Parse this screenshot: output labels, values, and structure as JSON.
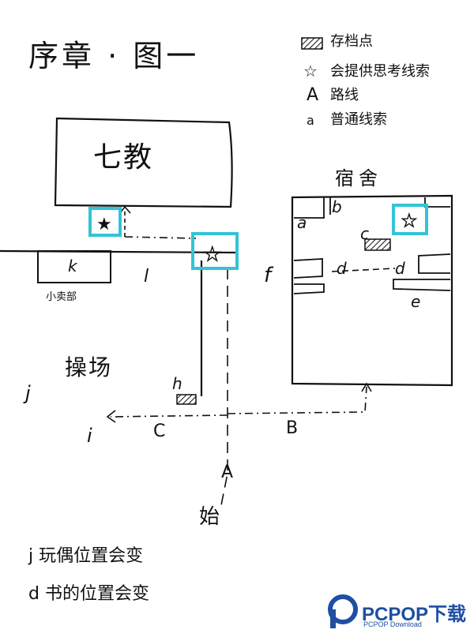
{
  "title": "序章 · 图一",
  "legend": {
    "save_point": "存档点",
    "star_clue": "会提供思考线索",
    "route_mark": "A",
    "route": "路线",
    "small_mark": "a",
    "normal_clue": "普通线索"
  },
  "buildings": {
    "teaching": "七教",
    "dorm": "宿舍",
    "canteen": "k",
    "canteen_sub": "小卖部",
    "field": "操场"
  },
  "points": {
    "a": "a",
    "b": "b",
    "c": "c",
    "d1": "d",
    "d2": "d",
    "e": "e",
    "f": "f",
    "h": "h",
    "i": "i",
    "j": "j",
    "l": "l",
    "A": "A",
    "B": "B",
    "C": "C"
  },
  "start": "始",
  "notes": [
    "j 玩偶位置会变",
    "d 书的位置会变"
  ],
  "logo": {
    "main": "PCPOP下载",
    "sub": "PCPOP Download"
  },
  "colors": {
    "highlight": "#33c4d6",
    "ink": "#111111",
    "logo": "#1d4fa3"
  }
}
